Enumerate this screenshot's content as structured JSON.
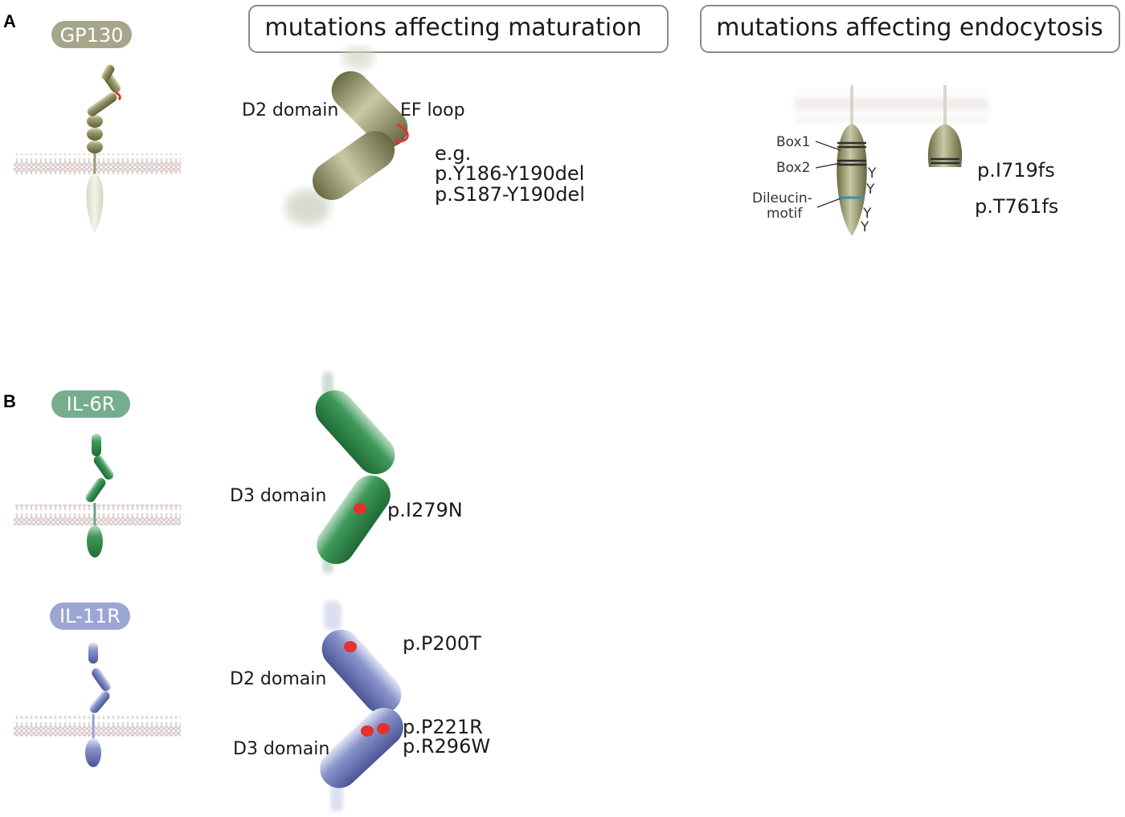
{
  "panels": {
    "a": {
      "letter": "A",
      "receptor_label": "GP130",
      "maturation_header": "mutations affecting maturation",
      "endocytosis_header": "mutations affecting endocytosis",
      "d2_domain": "D2 domain",
      "ef_loop": "EF loop",
      "eg": "e.g.",
      "mutation_1": "p.Y186-Y190del",
      "mutation_2": "p.S187-Y190del",
      "box1": "Box1",
      "box2": "Box2",
      "dileucin_1": "Dileucin-",
      "dileucin_2": "motif",
      "tyr": "Y",
      "fs_1": "p.I719fs",
      "fs_2": "p.T761fs"
    },
    "b": {
      "letter": "B",
      "il6r_label": "IL-6R",
      "il6r_d3_domain": "D3 domain",
      "il6r_mutation": "p.I279N",
      "il11r_label": "IL-11R",
      "il11r_d2_domain": "D2 domain",
      "il11r_d3_domain": "D3 domain",
      "il11r_mutation_1": "p.P200T",
      "il11r_mutation_2": "p.P221R",
      "il11r_mutation_3": "p.R296W"
    }
  },
  "colors": {
    "gp130": "#7a7a4e",
    "il6r": "#2e7d45",
    "il11r": "#6f7cb8",
    "mutation": "#e53030",
    "dileucine": "#3b8fb0"
  }
}
